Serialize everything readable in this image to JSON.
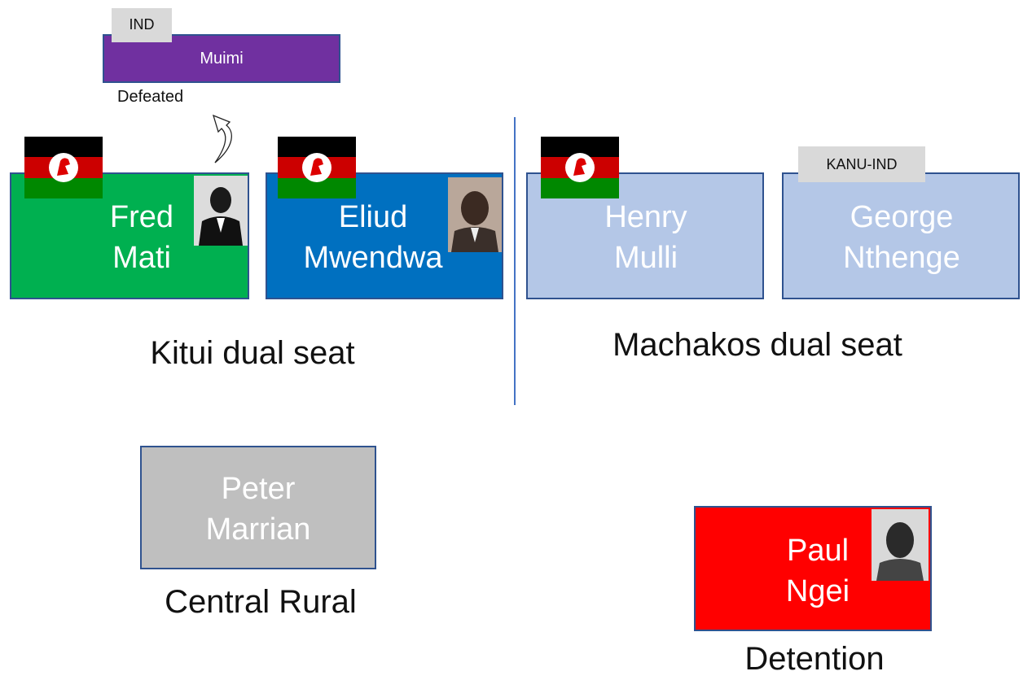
{
  "colors": {
    "border": "#2f528f",
    "kanu_green": "#00b050",
    "blue": "#0070c0",
    "light_blue": "#b4c7e7",
    "gray": "#bfbfbf",
    "red": "#ff0000",
    "purple": "#7030a0",
    "tag_gray": "#d9d9d9"
  },
  "muimi": {
    "tag": "IND",
    "name": "Muimi",
    "status": "Defeated"
  },
  "kitui": {
    "caption": "Kitui dual seat",
    "fred": {
      "line1": "Fred",
      "line2": "Mati",
      "flag": "kanu-rooster-flag-icon"
    },
    "eliud": {
      "line1": "Eliud",
      "line2": "Mwendwa",
      "flag": "kanu-rooster-flag-icon"
    }
  },
  "machakos": {
    "caption": "Machakos dual seat",
    "henry": {
      "line1": "Henry",
      "line2": "Mulli",
      "flag": "kanu-rooster-flag-icon"
    },
    "george": {
      "line1": "George",
      "line2": "Nthenge",
      "tag": "KANU-IND"
    }
  },
  "central": {
    "caption": "Central Rural",
    "line1": "Peter",
    "line2": "Marrian"
  },
  "detention": {
    "caption": "Detention",
    "line1": "Paul",
    "line2": "Ngei"
  }
}
